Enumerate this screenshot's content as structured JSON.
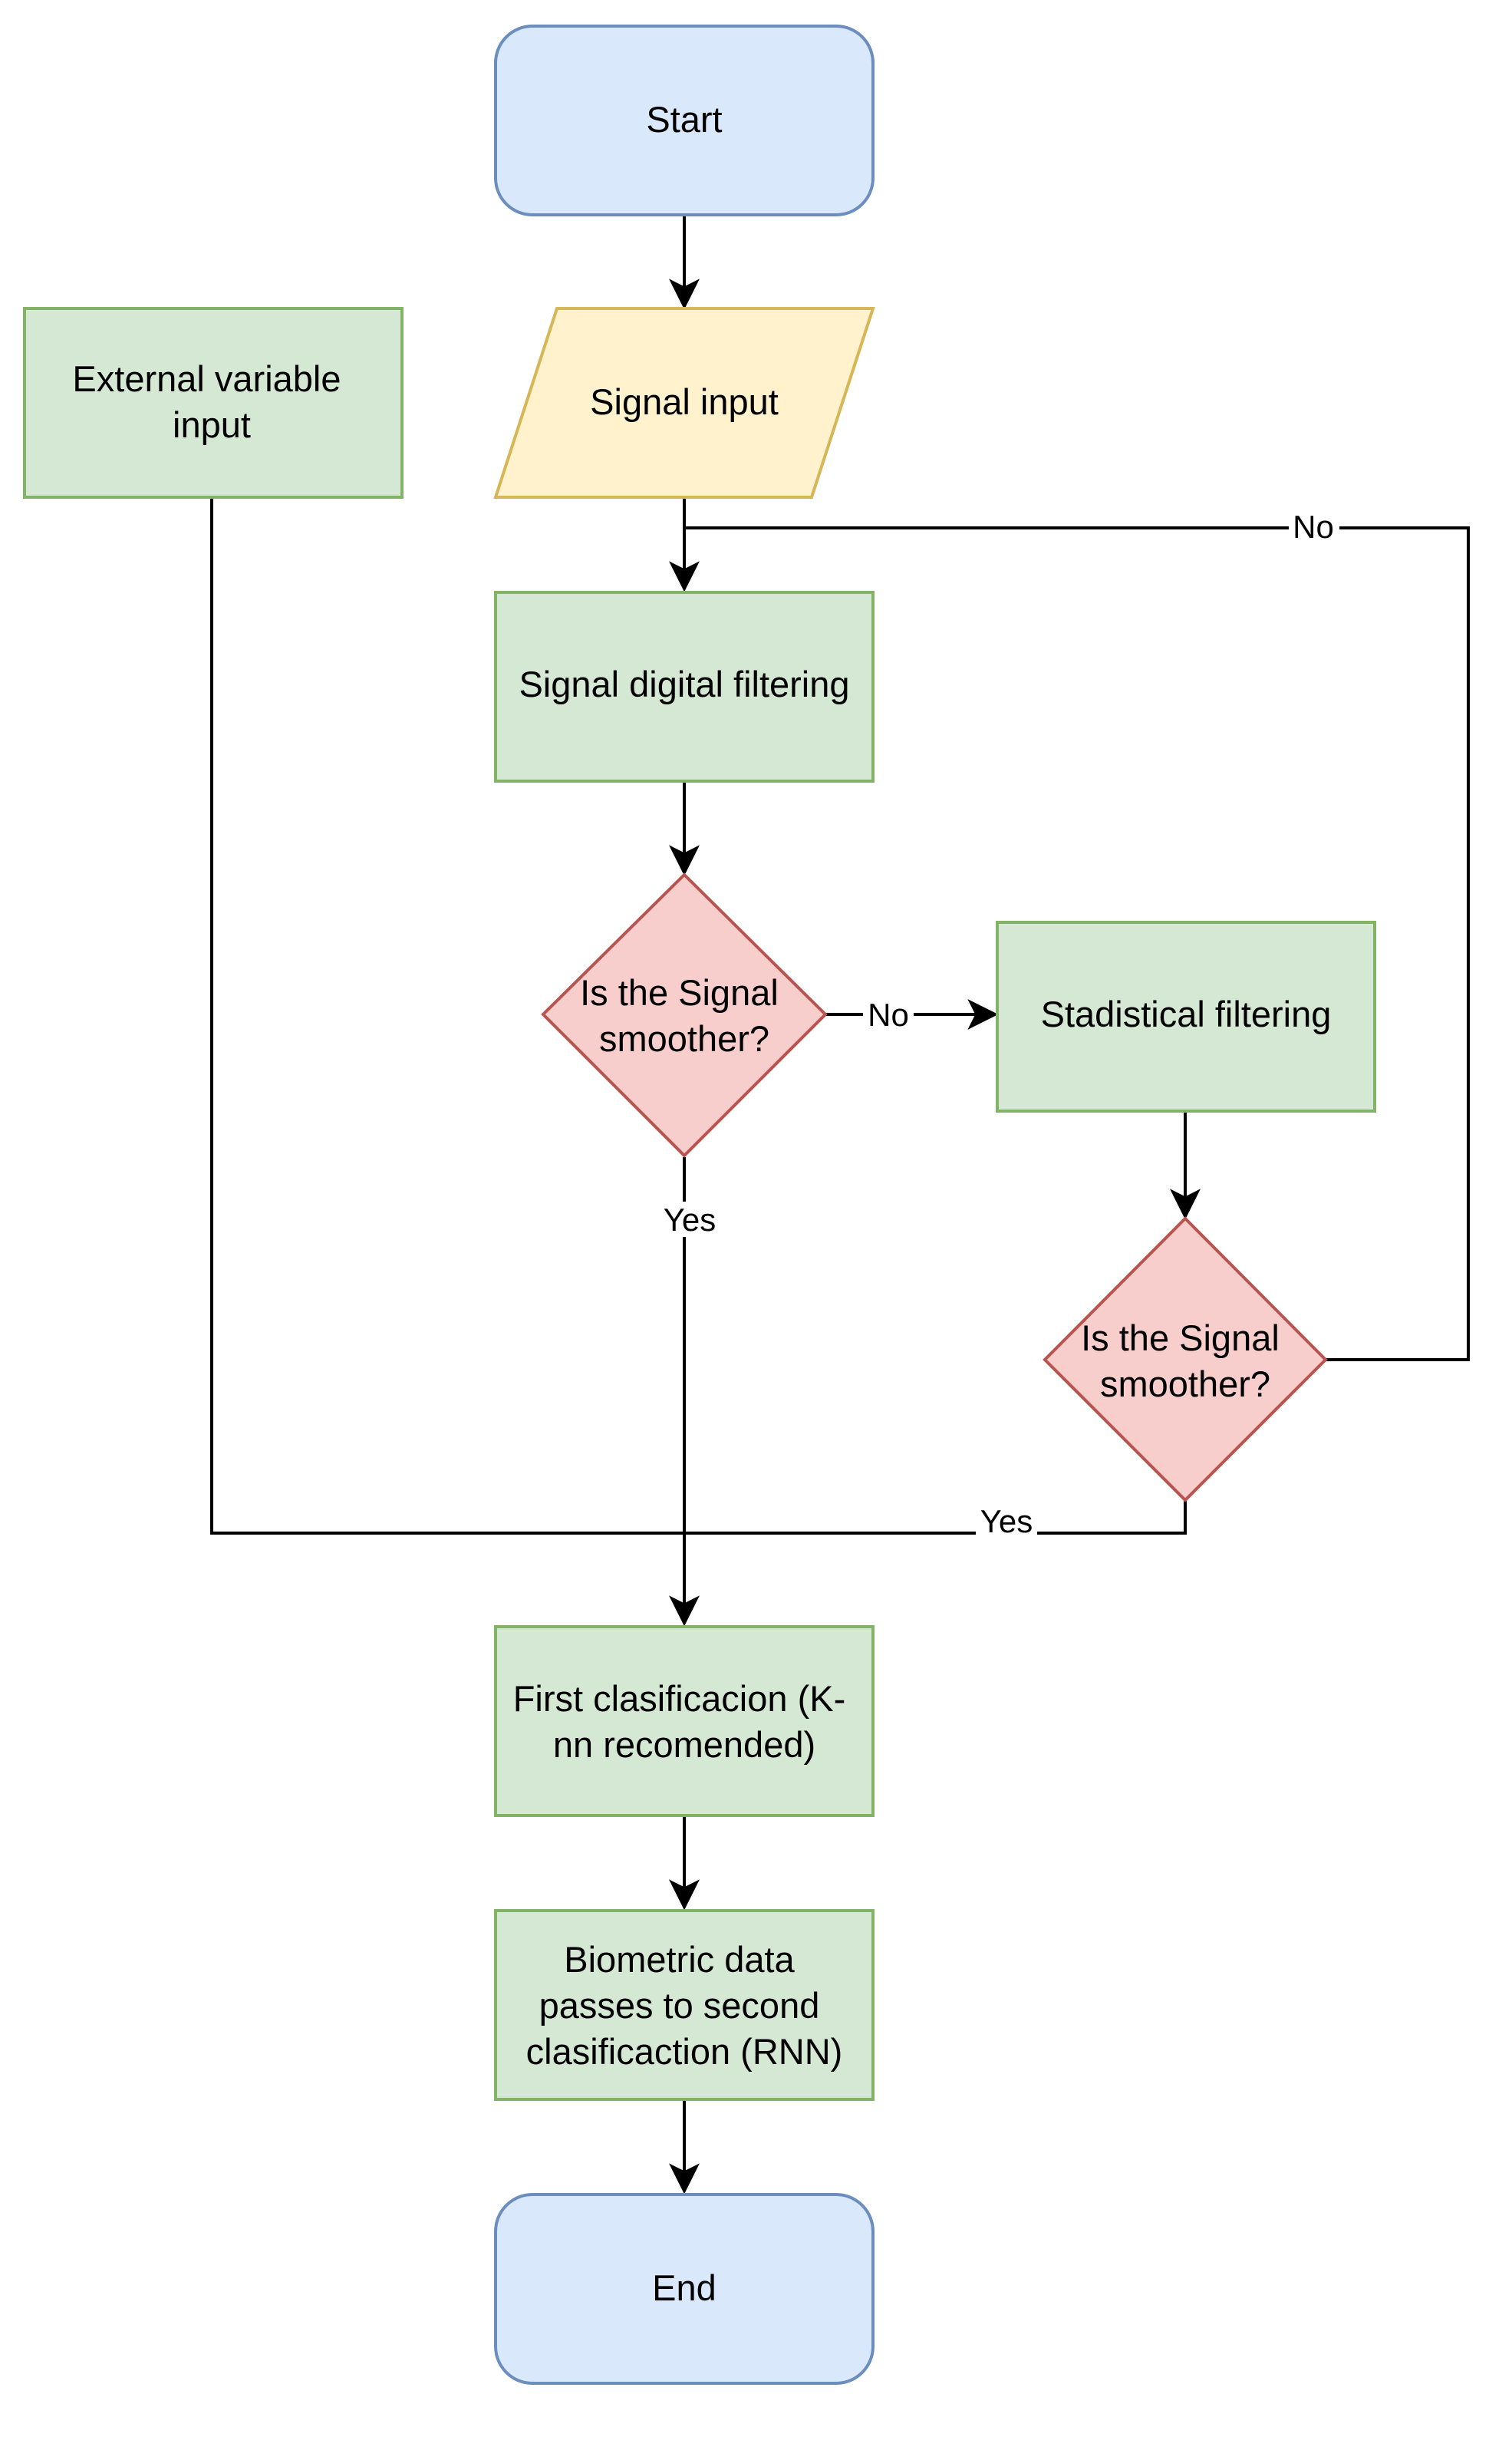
{
  "colors": {
    "terminal_fill": "#dae8fc",
    "terminal_stroke": "#6c8ebf",
    "io_fill": "#fff2cc",
    "io_stroke": "#d6b656",
    "process_fill": "#d5e8d4",
    "process_stroke": "#82b366",
    "decision_fill": "#f8cecc",
    "decision_stroke": "#b85450",
    "edge": "#000000"
  },
  "nodes": {
    "start": {
      "shape": "terminal",
      "lines": [
        "Start"
      ]
    },
    "signal_input": {
      "shape": "input-output",
      "lines": [
        "Signal input"
      ]
    },
    "external_variable_input": {
      "shape": "process",
      "lines": [
        "External variable",
        "input"
      ]
    },
    "signal_digital_filtering": {
      "shape": "process",
      "lines": [
        "Signal digital filtering"
      ]
    },
    "decision_1": {
      "shape": "decision",
      "lines": [
        "Is the Signal",
        "smoother?"
      ]
    },
    "stadistical_filtering": {
      "shape": "process",
      "lines": [
        "Stadistical filtering"
      ]
    },
    "decision_2": {
      "shape": "decision",
      "lines": [
        "Is the Signal",
        "smoother?"
      ]
    },
    "first_clasificacion": {
      "shape": "process",
      "lines": [
        "First clasificacion (K-",
        "nn recomended)"
      ]
    },
    "biometric_data": {
      "shape": "process",
      "lines": [
        "Biometric data",
        "passes to second",
        "clasificaction (RNN)"
      ]
    },
    "end": {
      "shape": "terminal",
      "lines": [
        "End"
      ]
    }
  },
  "edge_labels": {
    "decision_1_no": "No",
    "decision_1_yes": "Yes",
    "decision_2_no": "No",
    "decision_2_yes": "Yes"
  }
}
